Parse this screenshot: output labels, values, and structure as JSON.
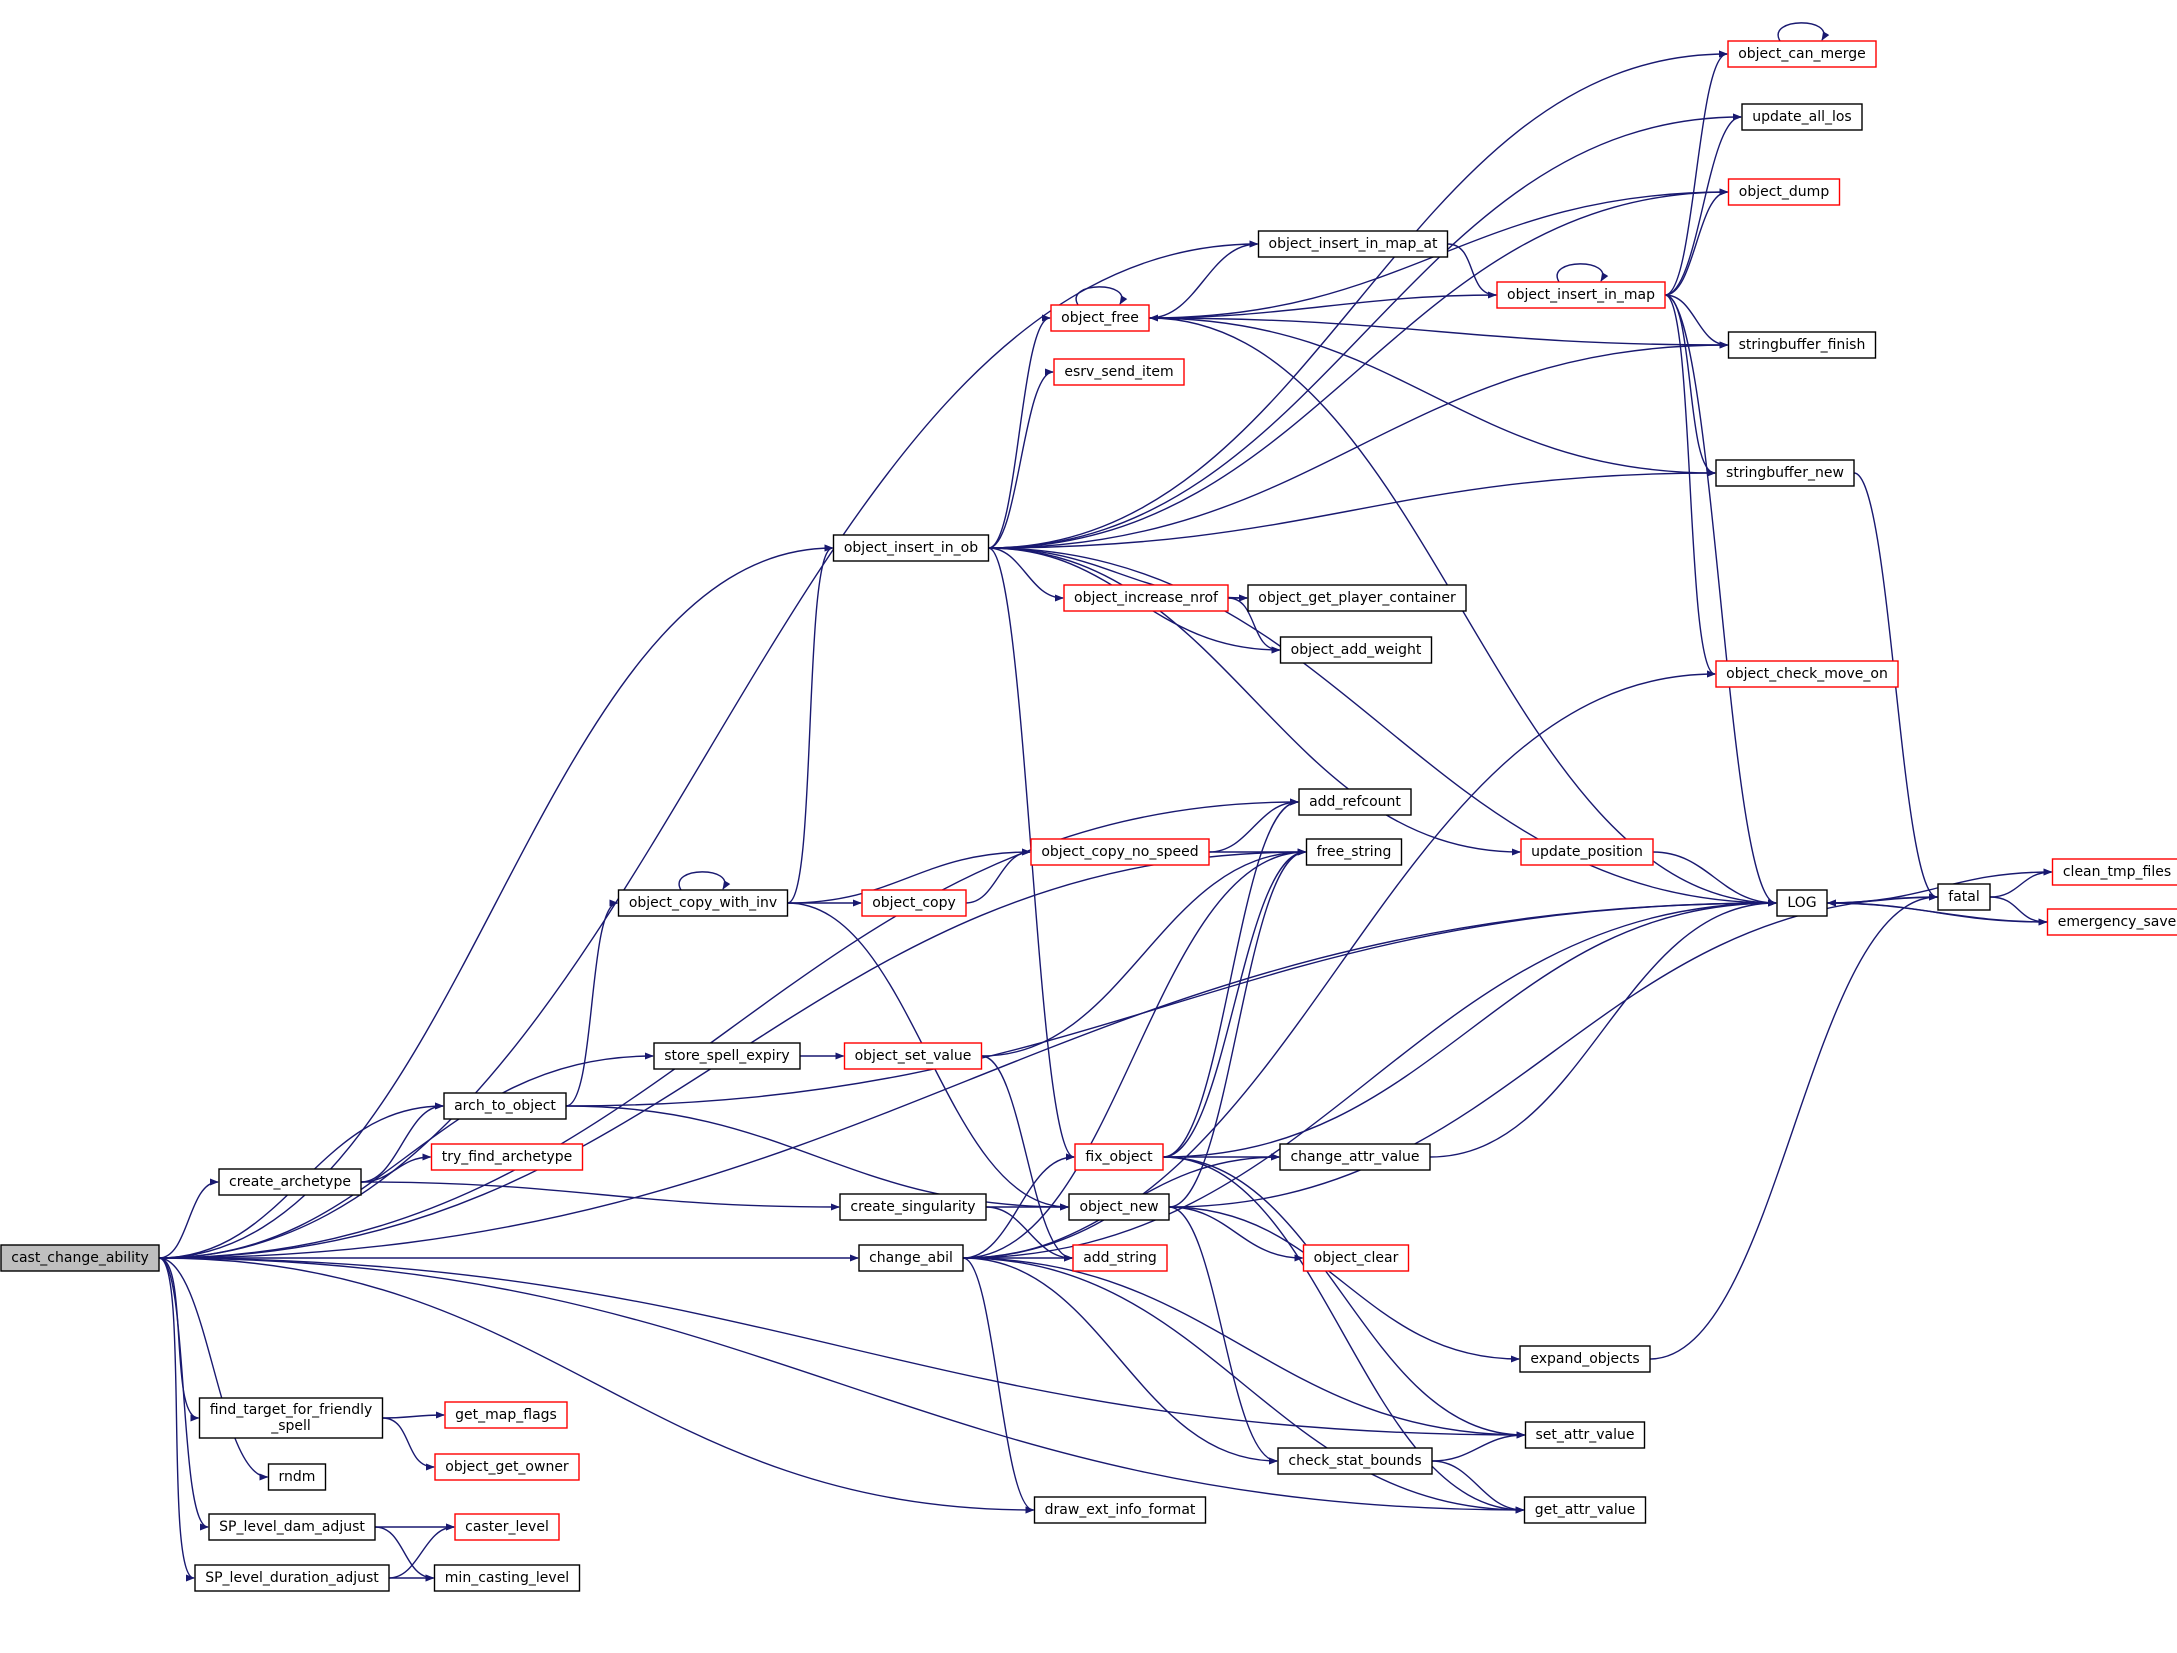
{
  "diagram": {
    "root": "cast_change_ability",
    "colors": {
      "edge": "#191970",
      "node_border_expanded": "#000000",
      "node_border_truncated": "#ff0000",
      "root_fill": "#bfbfbf",
      "node_fill": "#ffffff"
    },
    "nodes": [
      {
        "id": "cast_change_ability",
        "label": "cast_change_ability",
        "kind": "root"
      },
      {
        "id": "object_can_merge",
        "label": "object_can_merge",
        "kind": "truncated"
      },
      {
        "id": "update_all_los",
        "label": "update_all_los",
        "kind": "normal"
      },
      {
        "id": "object_dump",
        "label": "object_dump",
        "kind": "truncated"
      },
      {
        "id": "object_insert_in_map_at",
        "label": "object_insert_in_map_at",
        "kind": "normal"
      },
      {
        "id": "object_insert_in_map",
        "label": "object_insert_in_map",
        "kind": "truncated"
      },
      {
        "id": "object_free",
        "label": "object_free",
        "kind": "truncated"
      },
      {
        "id": "stringbuffer_finish",
        "label": "stringbuffer_finish",
        "kind": "normal"
      },
      {
        "id": "esrv_send_item",
        "label": "esrv_send_item",
        "kind": "truncated"
      },
      {
        "id": "stringbuffer_new",
        "label": "stringbuffer_new",
        "kind": "normal"
      },
      {
        "id": "object_insert_in_ob",
        "label": "object_insert_in_ob",
        "kind": "normal"
      },
      {
        "id": "object_increase_nrof",
        "label": "object_increase_nrof",
        "kind": "truncated"
      },
      {
        "id": "object_get_player_container",
        "label": "object_get_player_container",
        "kind": "normal"
      },
      {
        "id": "object_add_weight",
        "label": "object_add_weight",
        "kind": "normal"
      },
      {
        "id": "object_check_move_on",
        "label": "object_check_move_on",
        "kind": "truncated"
      },
      {
        "id": "add_refcount",
        "label": "add_refcount",
        "kind": "normal"
      },
      {
        "id": "object_copy_no_speed",
        "label": "object_copy_no_speed",
        "kind": "truncated"
      },
      {
        "id": "free_string",
        "label": "free_string",
        "kind": "normal"
      },
      {
        "id": "update_position",
        "label": "update_position",
        "kind": "truncated"
      },
      {
        "id": "object_copy_with_inv",
        "label": "object_copy_with_inv",
        "kind": "normal"
      },
      {
        "id": "object_copy",
        "label": "object_copy",
        "kind": "truncated"
      },
      {
        "id": "LOG",
        "label": "LOG",
        "kind": "normal"
      },
      {
        "id": "fatal",
        "label": "fatal",
        "kind": "normal"
      },
      {
        "id": "clean_tmp_files",
        "label": "clean_tmp_files",
        "kind": "truncated"
      },
      {
        "id": "emergency_save",
        "label": "emergency_save",
        "kind": "truncated"
      },
      {
        "id": "store_spell_expiry",
        "label": "store_spell_expiry",
        "kind": "normal"
      },
      {
        "id": "object_set_value",
        "label": "object_set_value",
        "kind": "truncated"
      },
      {
        "id": "arch_to_object",
        "label": "arch_to_object",
        "kind": "normal"
      },
      {
        "id": "try_find_archetype",
        "label": "try_find_archetype",
        "kind": "truncated"
      },
      {
        "id": "fix_object",
        "label": "fix_object",
        "kind": "truncated"
      },
      {
        "id": "change_attr_value",
        "label": "change_attr_value",
        "kind": "normal"
      },
      {
        "id": "create_archetype",
        "label": "create_archetype",
        "kind": "normal"
      },
      {
        "id": "create_singularity",
        "label": "create_singularity",
        "kind": "normal"
      },
      {
        "id": "object_new",
        "label": "object_new",
        "kind": "normal"
      },
      {
        "id": "change_abil",
        "label": "change_abil",
        "kind": "normal"
      },
      {
        "id": "add_string",
        "label": "add_string",
        "kind": "truncated"
      },
      {
        "id": "object_clear",
        "label": "object_clear",
        "kind": "truncated"
      },
      {
        "id": "expand_objects",
        "label": "expand_objects",
        "kind": "normal"
      },
      {
        "id": "find_target_for_friendly_spell",
        "label": "find_target_for_friendly\n_spell",
        "kind": "normal"
      },
      {
        "id": "get_map_flags",
        "label": "get_map_flags",
        "kind": "truncated"
      },
      {
        "id": "object_get_owner",
        "label": "object_get_owner",
        "kind": "truncated"
      },
      {
        "id": "set_attr_value",
        "label": "set_attr_value",
        "kind": "normal"
      },
      {
        "id": "check_stat_bounds",
        "label": "check_stat_bounds",
        "kind": "normal"
      },
      {
        "id": "rndm",
        "label": "rndm",
        "kind": "normal"
      },
      {
        "id": "draw_ext_info_format",
        "label": "draw_ext_info_format",
        "kind": "normal"
      },
      {
        "id": "get_attr_value",
        "label": "get_attr_value",
        "kind": "normal"
      },
      {
        "id": "SP_level_dam_adjust",
        "label": "SP_level_dam_adjust",
        "kind": "normal"
      },
      {
        "id": "caster_level",
        "label": "caster_level",
        "kind": "truncated"
      },
      {
        "id": "SP_level_duration_adjust",
        "label": "SP_level_duration_adjust",
        "kind": "normal"
      },
      {
        "id": "min_casting_level",
        "label": "min_casting_level",
        "kind": "normal"
      }
    ],
    "edges": [
      [
        "cast_change_ability",
        "object_insert_in_map_at"
      ],
      [
        "cast_change_ability",
        "object_insert_in_ob"
      ],
      [
        "cast_change_ability",
        "add_refcount"
      ],
      [
        "cast_change_ability",
        "free_string"
      ],
      [
        "cast_change_ability",
        "LOG"
      ],
      [
        "cast_change_ability",
        "store_spell_expiry"
      ],
      [
        "cast_change_ability",
        "arch_to_object"
      ],
      [
        "cast_change_ability",
        "create_archetype"
      ],
      [
        "cast_change_ability",
        "change_abil"
      ],
      [
        "cast_change_ability",
        "find_target_for_friendly_spell"
      ],
      [
        "cast_change_ability",
        "rndm"
      ],
      [
        "cast_change_ability",
        "SP_level_dam_adjust"
      ],
      [
        "cast_change_ability",
        "SP_level_duration_adjust"
      ],
      [
        "cast_change_ability",
        "draw_ext_info_format"
      ],
      [
        "cast_change_ability",
        "set_attr_value"
      ],
      [
        "cast_change_ability",
        "get_attr_value"
      ],
      [
        "object_insert_in_ob",
        "object_can_merge"
      ],
      [
        "object_insert_in_ob",
        "update_all_los"
      ],
      [
        "object_insert_in_ob",
        "object_dump"
      ],
      [
        "object_insert_in_ob",
        "object_free"
      ],
      [
        "object_insert_in_ob",
        "esrv_send_item"
      ],
      [
        "object_insert_in_ob",
        "stringbuffer_finish"
      ],
      [
        "object_insert_in_ob",
        "stringbuffer_new"
      ],
      [
        "object_insert_in_ob",
        "object_increase_nrof"
      ],
      [
        "object_insert_in_ob",
        "object_get_player_container"
      ],
      [
        "object_insert_in_ob",
        "object_add_weight"
      ],
      [
        "object_insert_in_ob",
        "LOG"
      ],
      [
        "object_insert_in_ob",
        "update_position"
      ],
      [
        "object_insert_in_ob",
        "fix_object"
      ],
      [
        "object_insert_in_map_at",
        "object_insert_in_map"
      ],
      [
        "object_insert_in_map",
        "object_insert_in_map"
      ],
      [
        "object_insert_in_map",
        "object_can_merge"
      ],
      [
        "object_insert_in_map",
        "update_all_los"
      ],
      [
        "object_insert_in_map",
        "object_dump"
      ],
      [
        "object_insert_in_map",
        "object_free"
      ],
      [
        "object_insert_in_map",
        "stringbuffer_finish"
      ],
      [
        "object_insert_in_map",
        "stringbuffer_new"
      ],
      [
        "object_insert_in_map",
        "object_check_move_on"
      ],
      [
        "object_insert_in_map",
        "LOG"
      ],
      [
        "object_can_merge",
        "object_can_merge"
      ],
      [
        "object_free",
        "object_free"
      ],
      [
        "object_free",
        "object_dump"
      ],
      [
        "object_free",
        "object_insert_in_map_at"
      ],
      [
        "object_free",
        "stringbuffer_finish"
      ],
      [
        "object_free",
        "stringbuffer_new"
      ],
      [
        "object_free",
        "LOG"
      ],
      [
        "stringbuffer_new",
        "fatal"
      ],
      [
        "object_increase_nrof",
        "object_get_player_container"
      ],
      [
        "object_increase_nrof",
        "object_add_weight"
      ],
      [
        "object_copy_with_inv",
        "object_copy_with_inv"
      ],
      [
        "object_copy_with_inv",
        "object_insert_in_ob"
      ],
      [
        "object_copy_with_inv",
        "object_copy_no_speed"
      ],
      [
        "object_copy_with_inv",
        "object_copy"
      ],
      [
        "object_copy_with_inv",
        "object_new"
      ],
      [
        "object_copy",
        "object_copy_no_speed"
      ],
      [
        "object_copy_no_speed",
        "add_refcount"
      ],
      [
        "object_copy_no_speed",
        "free_string"
      ],
      [
        "update_position",
        "LOG"
      ],
      [
        "LOG",
        "clean_tmp_files"
      ],
      [
        "LOG",
        "emergency_save"
      ],
      [
        "fatal",
        "clean_tmp_files"
      ],
      [
        "fatal",
        "emergency_save"
      ],
      [
        "fatal",
        "LOG"
      ],
      [
        "emergency_save",
        "LOG"
      ],
      [
        "store_spell_expiry",
        "object_set_value"
      ],
      [
        "object_set_value",
        "free_string"
      ],
      [
        "object_set_value",
        "add_string"
      ],
      [
        "arch_to_object",
        "object_copy_with_inv"
      ],
      [
        "arch_to_object",
        "LOG"
      ],
      [
        "arch_to_object",
        "object_new"
      ],
      [
        "create_archetype",
        "arch_to_object"
      ],
      [
        "create_archetype",
        "try_find_archetype"
      ],
      [
        "create_archetype",
        "create_singularity"
      ],
      [
        "create_singularity",
        "object_new"
      ],
      [
        "create_singularity",
        "add_string"
      ],
      [
        "fix_object",
        "add_refcount"
      ],
      [
        "fix_object",
        "free_string"
      ],
      [
        "fix_object",
        "LOG"
      ],
      [
        "fix_object",
        "change_attr_value"
      ],
      [
        "fix_object",
        "set_attr_value"
      ],
      [
        "fix_object",
        "get_attr_value"
      ],
      [
        "change_attr_value",
        "LOG"
      ],
      [
        "object_new",
        "fatal"
      ],
      [
        "object_new",
        "object_clear"
      ],
      [
        "object_new",
        "expand_objects"
      ],
      [
        "object_new",
        "free_string"
      ],
      [
        "object_new",
        "check_stat_bounds"
      ],
      [
        "change_abil",
        "fix_object"
      ],
      [
        "change_abil",
        "free_string"
      ],
      [
        "change_abil",
        "object_check_move_on"
      ],
      [
        "change_abil",
        "LOG"
      ],
      [
        "change_abil",
        "change_attr_value"
      ],
      [
        "change_abil",
        "add_string"
      ],
      [
        "change_abil",
        "set_attr_value"
      ],
      [
        "change_abil",
        "check_stat_bounds"
      ],
      [
        "change_abil",
        "draw_ext_info_format"
      ],
      [
        "change_abil",
        "get_attr_value"
      ],
      [
        "expand_objects",
        "fatal"
      ],
      [
        "find_target_for_friendly_spell",
        "get_map_flags"
      ],
      [
        "find_target_for_friendly_spell",
        "object_get_owner"
      ],
      [
        "check_stat_bounds",
        "set_attr_value"
      ],
      [
        "check_stat_bounds",
        "get_attr_value"
      ],
      [
        "SP_level_dam_adjust",
        "caster_level"
      ],
      [
        "SP_level_dam_adjust",
        "min_casting_level"
      ],
      [
        "SP_level_duration_adjust",
        "caster_level"
      ],
      [
        "SP_level_duration_adjust",
        "min_casting_level"
      ]
    ]
  }
}
